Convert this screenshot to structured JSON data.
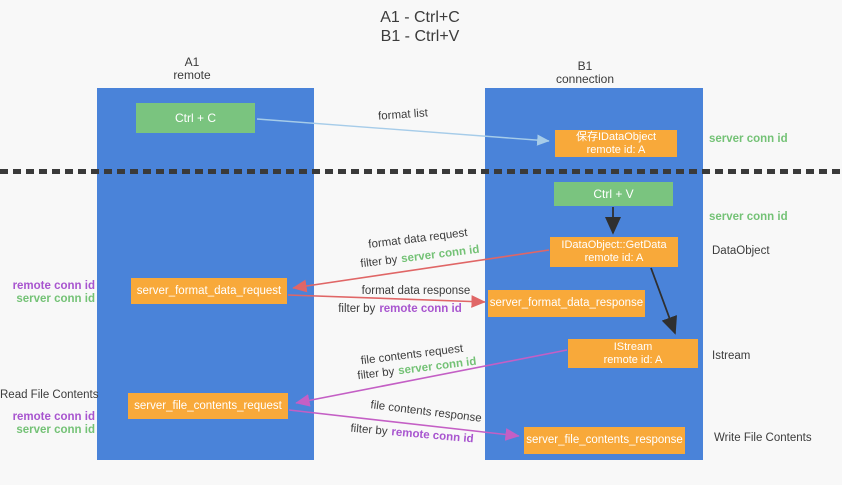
{
  "title": {
    "line1": "A1 - Ctrl+C",
    "line2": "B1 - Ctrl+V"
  },
  "columns": {
    "left": {
      "id": "A1",
      "name": "remote"
    },
    "right": {
      "id": "B1",
      "name": "connection"
    }
  },
  "nodes": {
    "ctrl_c": "Ctrl + C",
    "ctrl_v": "Ctrl + V",
    "save_dataobject": {
      "line1": "保存IDataObject",
      "line2": "remote id: A"
    },
    "getdata": {
      "line1": "IDataObject::GetData",
      "line2": "remote id: A"
    },
    "istream": {
      "line1": "IStream",
      "line2": "remote id: A"
    },
    "server_format_data_request": "server_format_data_request",
    "server_format_data_response": "server_format_data_response",
    "server_file_contents_request": "server_file_contents_request",
    "server_file_contents_response": "server_file_contents_response"
  },
  "arrow_labels": {
    "format_list": "format list",
    "format_data_request": "format data request",
    "format_data_response": "format data response",
    "file_contents_request": "file contents request",
    "file_contents_response": "file contents response",
    "filter_by": "filter by",
    "server_conn_id": "server conn id",
    "remote_conn_id": "remote conn id"
  },
  "side_labels": {
    "right_server_conn_id_top": "server conn id",
    "right_server_conn_id_mid": "server conn id",
    "dataobject": "DataObject",
    "istream": "Istream",
    "write_file_contents": "Write File Contents",
    "read_file_contents": "Read File Contents",
    "left_remote_conn_id_top": "remote conn id",
    "left_server_conn_id_top": "server conn id",
    "left_remote_conn_id_bottom": "remote conn id",
    "left_server_conn_id_bottom": "server conn id"
  },
  "colors": {
    "column-blue": "#4a83d9",
    "box-green": "#7ac47f",
    "box-orange": "#f8a93a",
    "text-green": "#74c276",
    "text-purple": "#a855cf",
    "arrow-red": "#e06666",
    "arrow-magenta": "#c45fc5",
    "arrow-blue": "#a6cce9",
    "arrow-black": "#2f2f2f",
    "text-dark": "#3c3c3c",
    "background": "#f8f8f8"
  }
}
